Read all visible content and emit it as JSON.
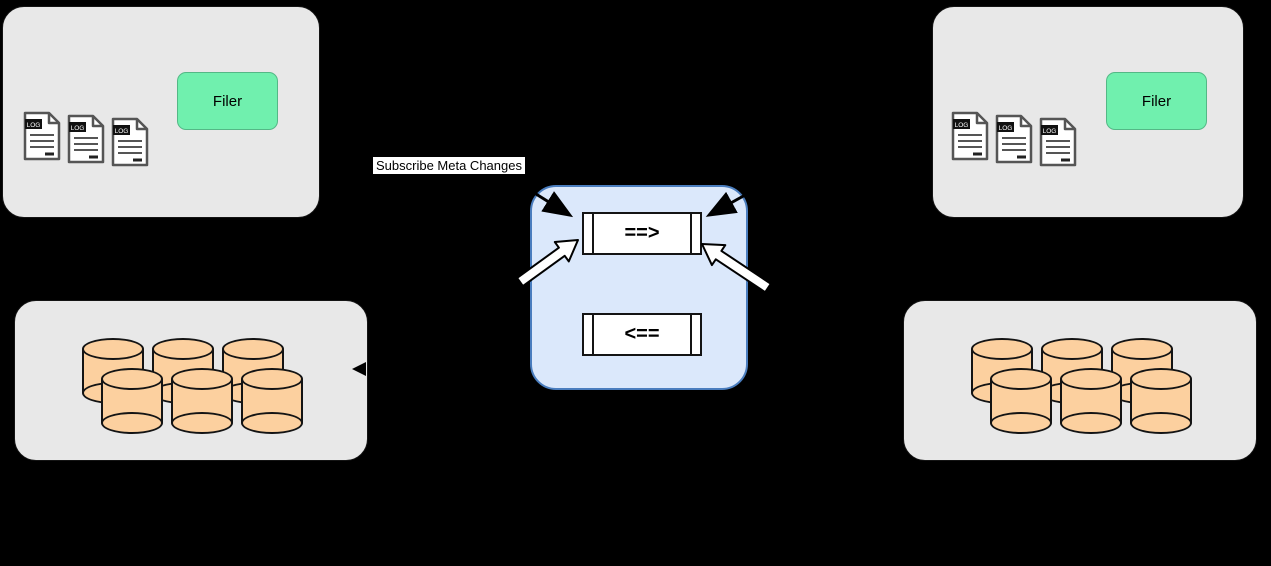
{
  "diagram": {
    "subscribe_label": "Subscribe Meta Changes",
    "left_cluster": {
      "filer_label": "Filer",
      "log_label": "LOG"
    },
    "right_cluster": {
      "filer_label": "Filer",
      "log_label": "LOG"
    },
    "queue": {
      "forward_label": "==>",
      "backward_label": "<=="
    },
    "colors": {
      "background": "#000000",
      "cluster_bg": "#e8e8e8",
      "filer_bg": "#70f0ae",
      "queue_panel_bg": "#dbe8fb",
      "queue_panel_border": "#4a7dbe",
      "queue_box_bg": "#ffffff",
      "cylinder_fill": "#fcd09f",
      "label_bg": "#ffffff"
    }
  }
}
